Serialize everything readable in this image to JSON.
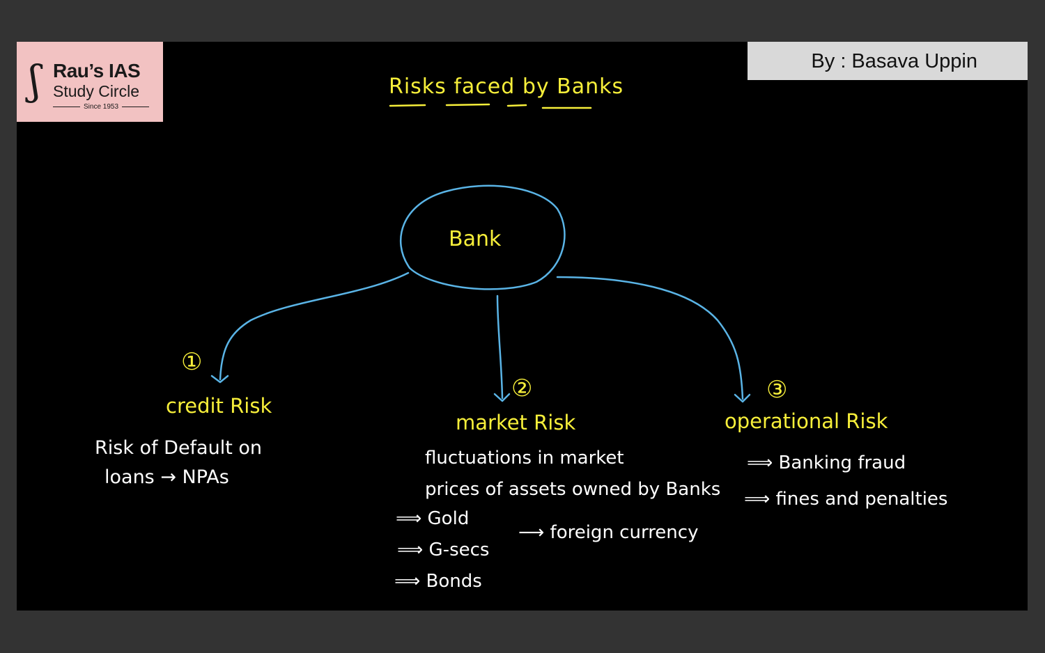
{
  "logo": {
    "mark": "ʃ",
    "line1": "Rau’s IAS",
    "line2": "Study Circle",
    "line3": "Since 1953"
  },
  "author": "By : Basava Uppin",
  "title": "Risks faced by Banks",
  "center_node": "Bank",
  "branches": [
    {
      "number": "①",
      "label": "credit Risk",
      "notes": [
        "Risk of Default on",
        "loans → NPAs"
      ]
    },
    {
      "number": "②",
      "label": "market Risk",
      "notes": [
        "fluctuations in market",
        "prices of assets owned by Banks"
      ],
      "items": [
        "⟹ Gold",
        "⟹ G-secs",
        "⟹ Bonds",
        "⟶ foreign currency"
      ]
    },
    {
      "number": "③",
      "label": "operational Risk",
      "items": [
        "⟹ Banking fraud",
        "⟹ fines and penalties"
      ]
    }
  ],
  "colors": {
    "ink_yellow": "#f7ef3a",
    "ink_blue": "#5ab4e6",
    "ink_white": "#ffffff",
    "board": "#000000"
  }
}
